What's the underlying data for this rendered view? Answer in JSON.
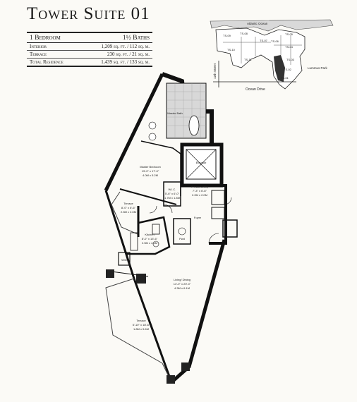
{
  "title": "Tower Suite 01",
  "specs": {
    "bedrooms": "1 Bedroom",
    "baths": "1½ Baths",
    "rows": [
      {
        "label": "Interior",
        "value": "1,209 sq. ft. / 112 sq. m."
      },
      {
        "label": "Terrace",
        "value": "230 sq. ft. / 21 sq. m."
      },
      {
        "label": "Total Residence",
        "value": "1,439 sq. ft. / 133 sq. m."
      }
    ]
  },
  "keyplan": {
    "ocean": "Atlantic Ocean",
    "street": "12th Street",
    "drive": "Ocean Drive",
    "park": "Lummus Park",
    "units": [
      "TS-09",
      "TS-08",
      "TS-10",
      "TS-07",
      "TS-06",
      "TS-05",
      "TS-04",
      "TS-03",
      "TS-02",
      "TS-01",
      "TS-11"
    ]
  },
  "rooms": {
    "master_bath": "Master Bath",
    "master_bedroom": "Master Bedroom",
    "master_bedroom_dim1": "13'-0\" x 17'-0\"",
    "master_bedroom_dim2": "4.0M x 5.2M",
    "elevator": "Elevator",
    "terrace_small": "Terrace",
    "terrace_small_dim1": "8'-0\" x 6'-6\"",
    "terrace_small_dim2": "2.5M x 2.0M",
    "wic": "W.I.C.",
    "wic_dim1": "5'-6\" x 6'-0\"",
    "wic_dim2": "1.7M x 1.8M",
    "private_lobby": "Private Lobby",
    "lobby_dim1": "7'-3\" x 6'-6\"",
    "lobby_dim2": "2.2M x 2.0M",
    "powder": "Pwd",
    "foyer": "Foyer",
    "kitchen": "Kitchen",
    "kitchen_dim1": "8'-0\" x 13'-6\"",
    "kitchen_dim2": "2.5M x 4.1M",
    "living": "Living/ Dining",
    "living_dim1": "14'-0\" x 20'-0\"",
    "living_dim2": "4.3M x 6.1M",
    "terrace_large": "Terrace",
    "terrace_large_dim1": "5'-10\" x 18'-6\"",
    "terrace_large_dim2": "1.8M x 5.6M",
    "wd": "W/D"
  }
}
